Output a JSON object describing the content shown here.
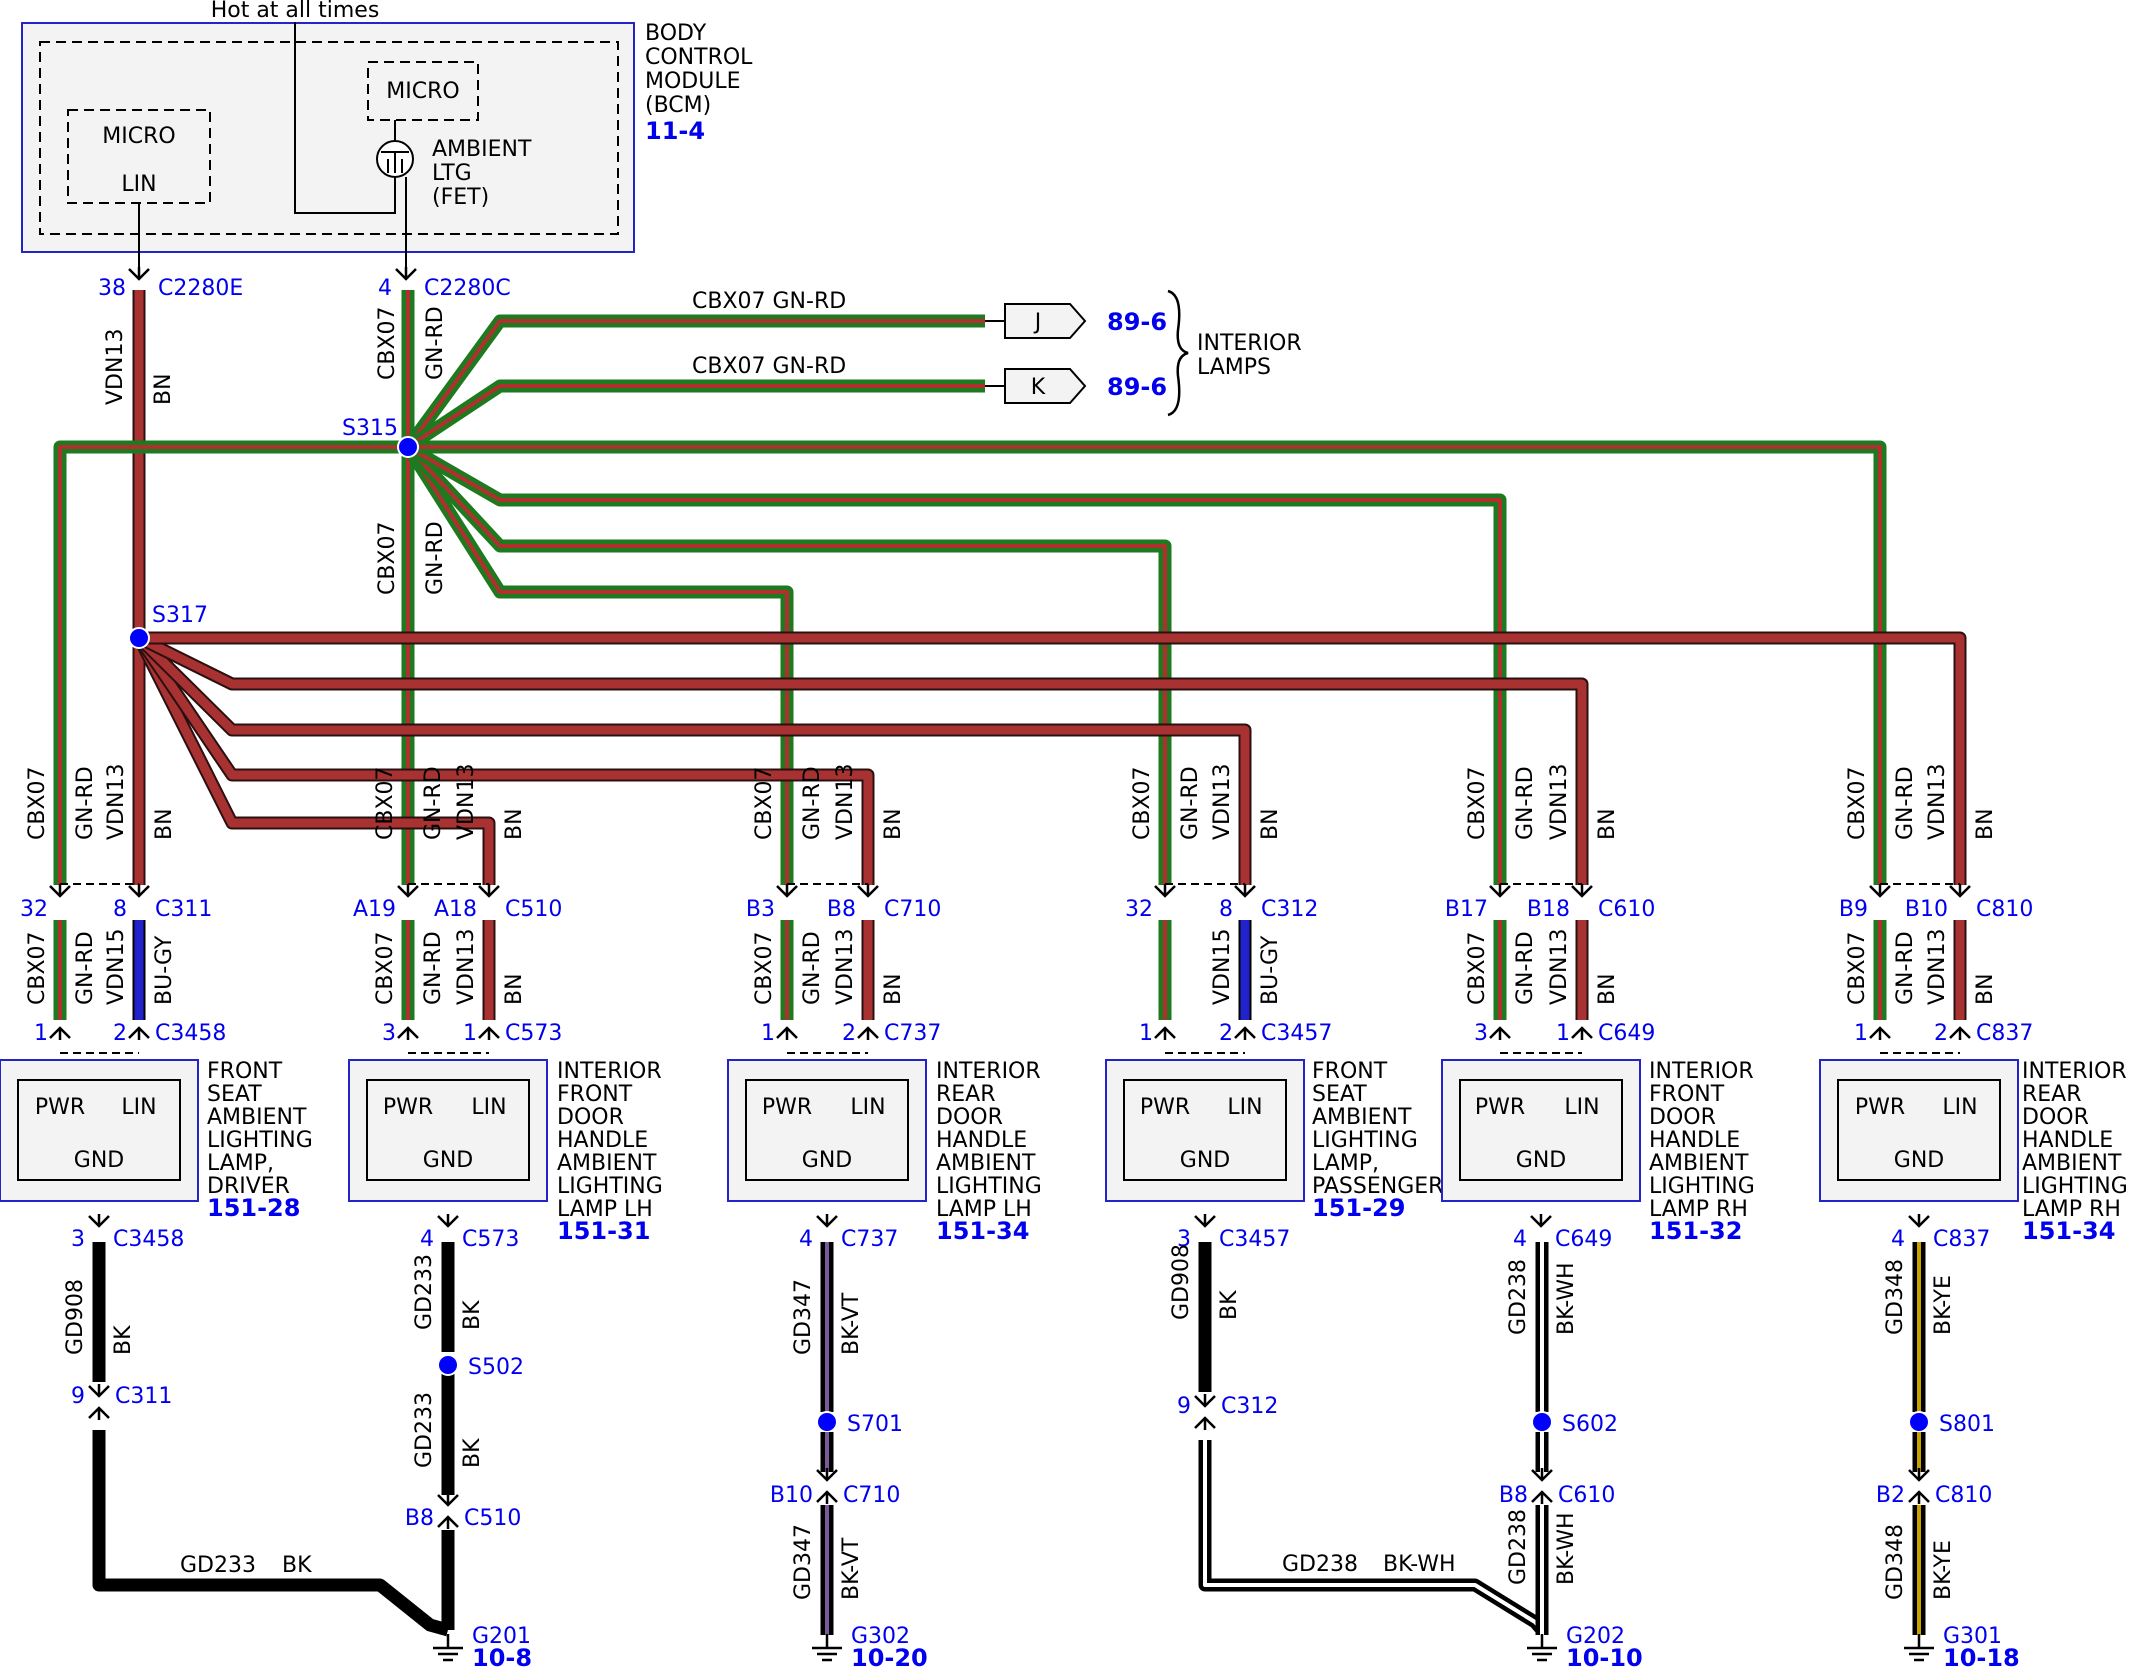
{
  "hot_label": "Hot at all times",
  "bcm": {
    "name_lines": [
      "BODY",
      "CONTROL",
      "MODULE",
      "(BCM)"
    ],
    "page_ref": "11-4",
    "micro_left": "MICRO",
    "lin_label": "LIN",
    "micro_right": "MICRO",
    "ambient_lines": [
      "AMBIENT",
      "LTG",
      "(FET)"
    ]
  },
  "bcm_pins": [
    {
      "pin": "38",
      "connector": "C2280E"
    },
    {
      "pin": "4",
      "connector": "C2280C"
    }
  ],
  "wires": {
    "vdn13": {
      "circuit": "VDN13",
      "color": "BN"
    },
    "cbx07": {
      "circuit": "CBX07",
      "color": "GN-RD"
    },
    "vdn15": {
      "circuit": "VDN15",
      "color": "BU-GY"
    },
    "cbx07_full": "CBX07  GN-RD"
  },
  "splices": [
    "S315",
    "S317"
  ],
  "interior_lamps": {
    "label_lines": [
      "INTERIOR",
      "LAMPS"
    ],
    "flags": [
      {
        "letter": "J",
        "ref": "89-6"
      },
      {
        "letter": "K",
        "ref": "89-6"
      }
    ]
  },
  "modules": [
    {
      "pin_pwr_top": "32",
      "pin_lin_top": "8",
      "conn_top": "C311",
      "pin_pwr_bot": "1",
      "pin_lin_bot": "2",
      "conn_mod": "C3458",
      "lower_circuit": "VDN15",
      "lower_color": "BU-GY",
      "name_lines": [
        "FRONT",
        "SEAT",
        "AMBIENT",
        "LIGHTING",
        "LAMP,",
        "DRIVER"
      ],
      "ref": "151-28",
      "gnd_pin": "3",
      "gnd_conn": "C3458"
    },
    {
      "pin_pwr_top": "A19",
      "pin_lin_top": "A18",
      "conn_top": "C510",
      "pin_pwr_bot": "3",
      "pin_lin_bot": "1",
      "conn_mod": "C573",
      "lower_circuit": "VDN13",
      "lower_color": "BN",
      "name_lines": [
        "INTERIOR",
        "FRONT",
        "DOOR",
        "HANDLE",
        "AMBIENT",
        "LIGHTING",
        "LAMP LH"
      ],
      "ref": "151-31",
      "gnd_pin": "4",
      "gnd_conn": "C573"
    },
    {
      "pin_pwr_top": "B3",
      "pin_lin_top": "B8",
      "conn_top": "C710",
      "pin_pwr_bot": "1",
      "pin_lin_bot": "2",
      "conn_mod": "C737",
      "lower_circuit": "VDN13",
      "lower_color": "BN",
      "name_lines": [
        "INTERIOR",
        "REAR",
        "DOOR",
        "HANDLE",
        "AMBIENT",
        "LIGHTING",
        "LAMP LH"
      ],
      "ref": "151-34",
      "gnd_pin": "4",
      "gnd_conn": "C737"
    },
    {
      "pin_pwr_top": "32",
      "pin_lin_top": "8",
      "conn_top": "C312",
      "pin_pwr_bot": "1",
      "pin_lin_bot": "2",
      "conn_mod": "C3457",
      "lower_circuit": "VDN15",
      "lower_color": "BU-GY",
      "name_lines": [
        "FRONT",
        "SEAT",
        "AMBIENT",
        "LIGHTING",
        "LAMP,",
        "PASSENGER"
      ],
      "ref": "151-29",
      "gnd_pin": "3",
      "gnd_conn": "C3457"
    },
    {
      "pin_pwr_top": "B17",
      "pin_lin_top": "B18",
      "conn_top": "C610",
      "pin_pwr_bot": "3",
      "pin_lin_bot": "1",
      "conn_mod": "C649",
      "lower_circuit": "VDN13",
      "lower_color": "BN",
      "name_lines": [
        "INTERIOR",
        "FRONT",
        "DOOR",
        "HANDLE",
        "AMBIENT",
        "LIGHTING",
        "LAMP RH"
      ],
      "ref": "151-32",
      "gnd_pin": "4",
      "gnd_conn": "C649"
    },
    {
      "pin_pwr_top": "B9",
      "pin_lin_top": "B10",
      "conn_top": "C810",
      "pin_pwr_bot": "1",
      "pin_lin_bot": "2",
      "conn_mod": "C837",
      "lower_circuit": "VDN13",
      "lower_color": "BN",
      "name_lines": [
        "INTERIOR",
        "REAR",
        "DOOR",
        "HANDLE",
        "AMBIENT",
        "LIGHTING",
        "LAMP RH"
      ],
      "ref": "151-34",
      "gnd_pin": "4",
      "gnd_conn": "C837"
    }
  ],
  "module_box": {
    "pwr": "PWR",
    "lin": "LIN",
    "gnd": "GND"
  },
  "grounds": [
    {
      "wire": "GD908",
      "color": "BK",
      "mid_pin": "9",
      "mid_conn": "C311",
      "run_wire": "GD233",
      "run_color": "BK"
    },
    {
      "wire": "GD233",
      "color": "BK",
      "splice": "S502",
      "mid_pin": "B8",
      "mid_conn": "C510",
      "gnd": "G201",
      "gnd_ref": "10-8"
    },
    {
      "wire": "GD347",
      "color": "BK-VT",
      "splice": "S701",
      "mid_pin": "B10",
      "mid_conn": "C710",
      "gnd": "G302",
      "gnd_ref": "10-20"
    },
    {
      "wire": "GD908",
      "color": "BK",
      "mid_pin": "9",
      "mid_conn": "C312",
      "run_wire": "GD238",
      "run_color": "BK-WH"
    },
    {
      "wire": "GD238",
      "color": "BK-WH",
      "splice": "S602",
      "mid_pin": "B8",
      "mid_conn": "C610",
      "gnd": "G202",
      "gnd_ref": "10-10"
    },
    {
      "wire": "GD348",
      "color": "BK-YE",
      "splice": "S801",
      "mid_pin": "B2",
      "mid_conn": "C810",
      "gnd": "G301",
      "gnd_ref": "10-18"
    }
  ],
  "colors": {
    "gn_rd_outer": "#1e7a1e",
    "gn_rd_inner": "#b03030",
    "bn": "#a83232",
    "bu_gy": "#2222cc",
    "splice_dot": "#0000ff",
    "label_blue": "#0000ee"
  }
}
